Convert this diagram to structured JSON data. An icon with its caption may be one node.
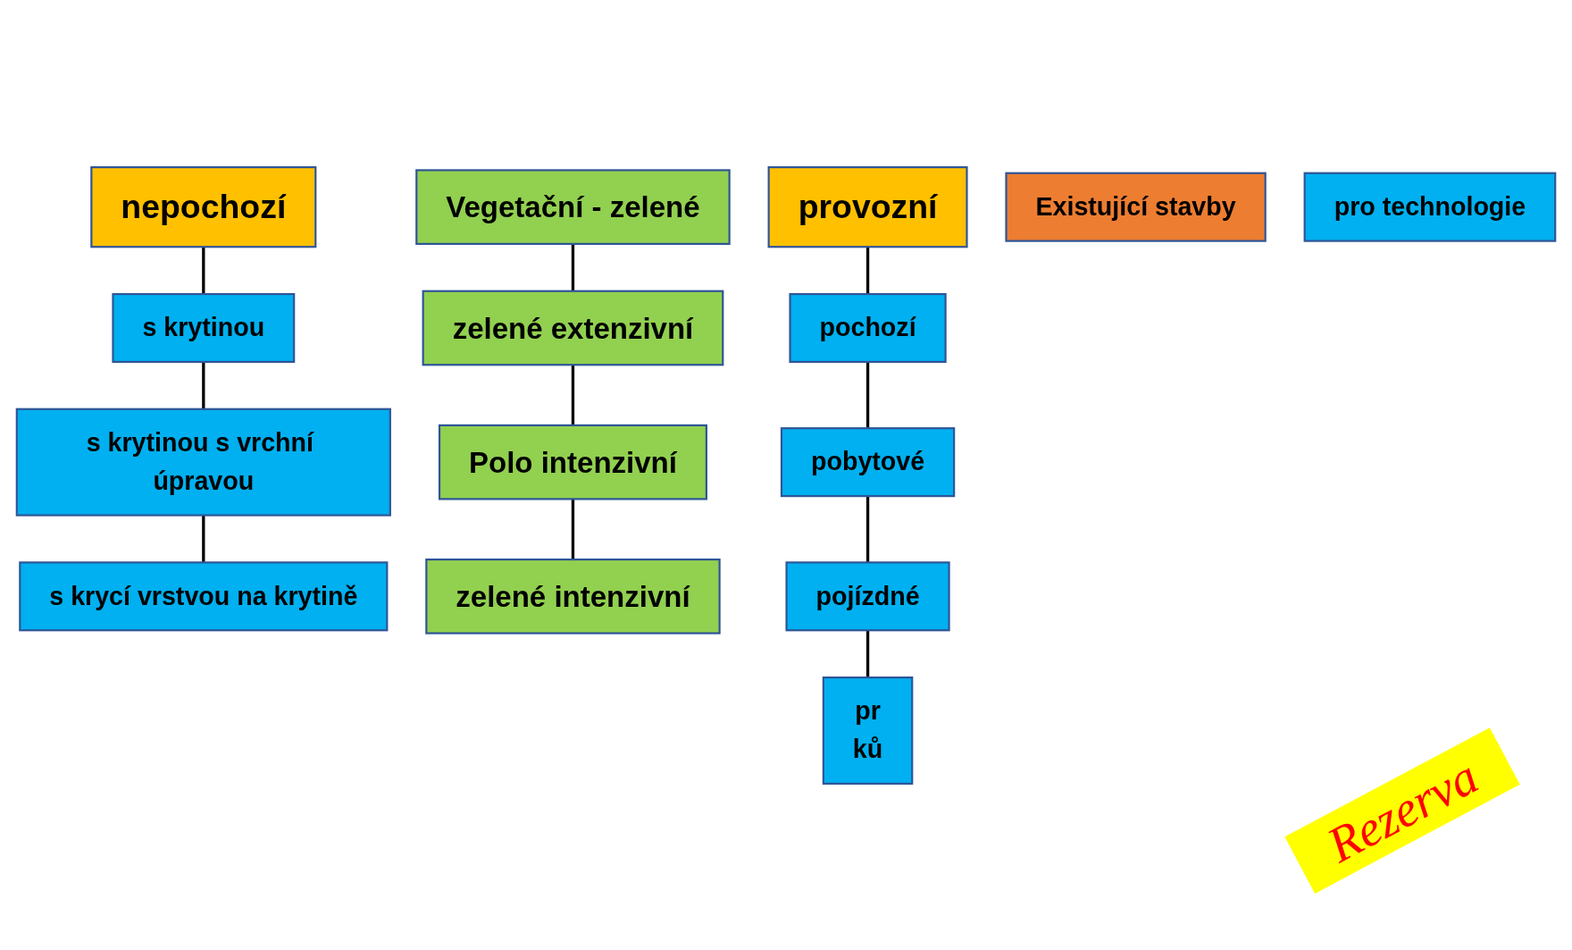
{
  "diagram": {
    "nodes": [
      {
        "text": [
          "Vegetační - zelené"
        ]
      },
      {
        "text": [
          "nepochozí"
        ]
      },
      {
        "text": [
          "provozní"
        ]
      },
      {
        "text": [
          "s krytinou"
        ]
      },
      {
        "text": [
          "s krytinou s vrchní úpravou"
        ]
      },
      {
        "text": [
          "s krycí vrstvou na krytině"
        ]
      },
      {
        "text": [
          "Existující stavby"
        ]
      },
      {
        "text": [
          "zelené extenzivní"
        ]
      },
      {
        "text": [
          "Polo intenzivní"
        ]
      },
      {
        "text": [
          "zelené intenzivní"
        ]
      },
      {
        "text": [
          "pochozí"
        ]
      },
      {
        "text": [
          "pobytové"
        ]
      },
      {
        "text": [
          "pojízdné"
        ]
      },
      {
        "text": [
          "pr",
          "ků"
        ]
      },
      {
        "text": [
          "pro technologie"
        ]
      }
    ],
    "edges": [
      {
        "from": 1,
        "to": 3,
        "arrow": "none"
      },
      {
        "from": 3,
        "to": 4,
        "arrow": "none"
      },
      {
        "from": 4,
        "to": 5,
        "arrow": "none"
      },
      {
        "from": 0,
        "to": 7,
        "arrow": "none"
      },
      {
        "from": 7,
        "to": 8,
        "arrow": "none"
      },
      {
        "from": 8,
        "to": 9,
        "arrow": "none"
      },
      {
        "from": 2,
        "to": 10,
        "arrow": "none"
      },
      {
        "from": 10,
        "to": 11,
        "arrow": "none"
      },
      {
        "from": 11,
        "to": 12,
        "arrow": "none"
      },
      {
        "from": 12,
        "to": 13,
        "arrow": "none"
      }
    ],
    "labels": [
      "Rezerva"
    ]
  }
}
